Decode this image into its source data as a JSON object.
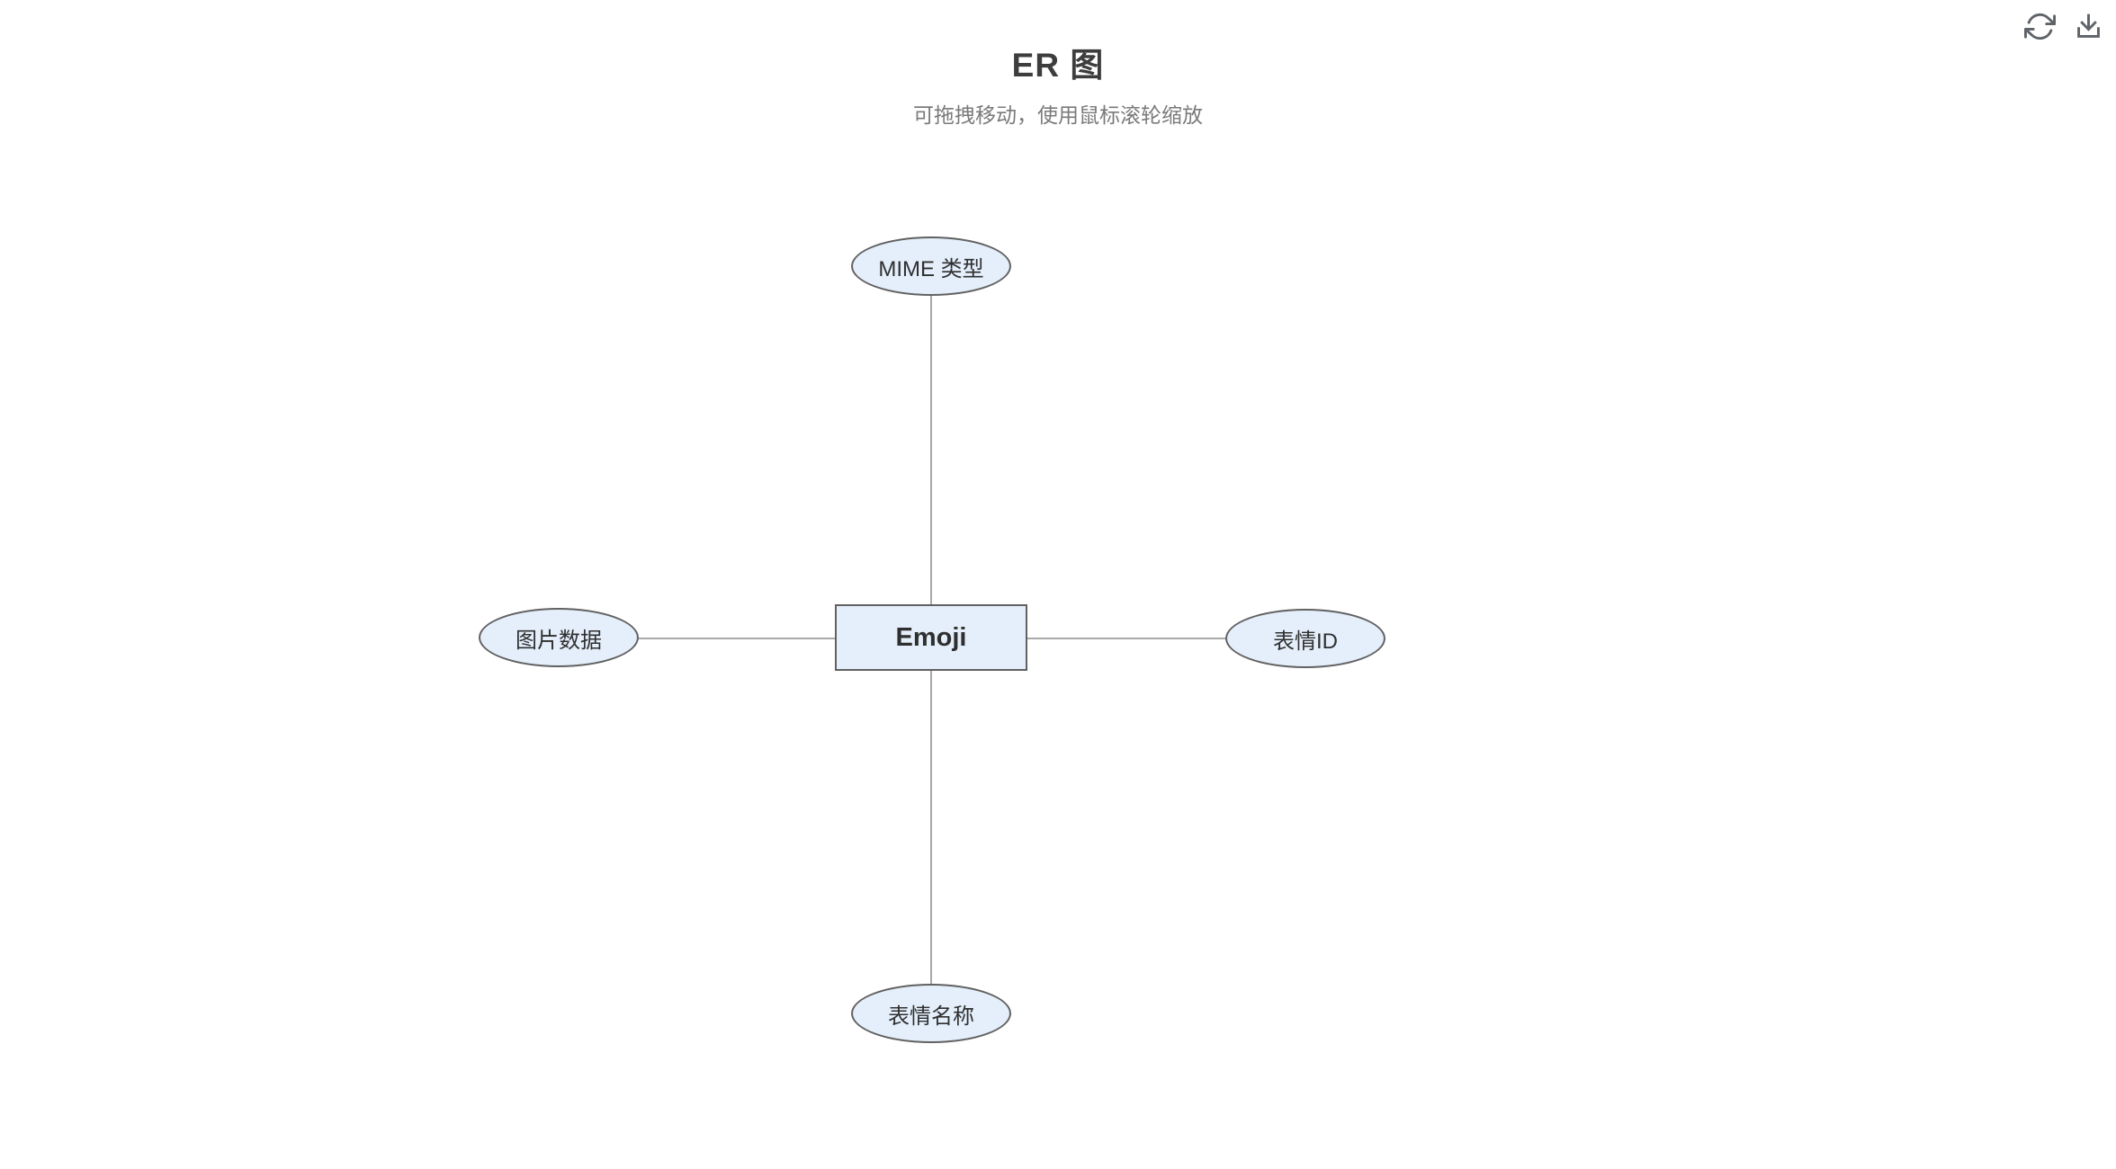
{
  "header": {
    "title": "ER 图",
    "subtitle": "可拖拽移动，使用鼠标滚轮缩放"
  },
  "toolbar": {
    "buttons": [
      {
        "name": "refresh",
        "icon": "refresh-icon"
      },
      {
        "name": "download",
        "icon": "download-icon"
      }
    ]
  },
  "diagram": {
    "entity": {
      "label": "Emoji",
      "shape": "rectangle"
    },
    "attributes": [
      {
        "label": "MIME 类型",
        "shape": "ellipse",
        "position": "top"
      },
      {
        "label": "图片数据",
        "shape": "ellipse",
        "position": "left"
      },
      {
        "label": "表情ID",
        "shape": "ellipse",
        "position": "right"
      },
      {
        "label": "表情名称",
        "shape": "ellipse",
        "position": "bottom"
      }
    ],
    "connections": [
      {
        "from": "Emoji",
        "to": "MIME 类型"
      },
      {
        "from": "Emoji",
        "to": "图片数据"
      },
      {
        "from": "Emoji",
        "to": "表情ID"
      },
      {
        "from": "Emoji",
        "to": "表情名称"
      }
    ]
  },
  "colors": {
    "node_fill": "#e4effb",
    "node_border": "#616161",
    "connector": "#a9a9a9",
    "title_text": "#3d3d3d",
    "subtitle_text": "#7a7a7a",
    "node_text": "#2f2f2f",
    "icon": "#5f6368",
    "background": "#ffffff"
  }
}
